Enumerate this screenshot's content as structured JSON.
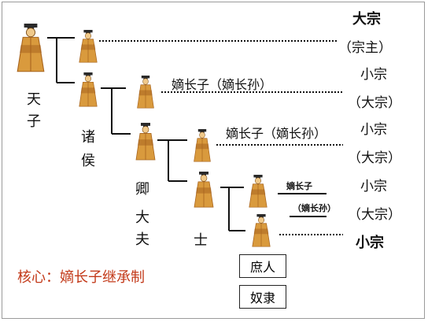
{
  "ranks": {
    "tianzi": [
      "天",
      "子"
    ],
    "zhuhou": [
      "诸",
      "侯"
    ],
    "qing": "卿",
    "dafu": [
      "大",
      "夫"
    ],
    "shi": "士"
  },
  "lines": {
    "l2": "嫡长子（嫡长孙）",
    "l3": "嫡长子（嫡长孙）",
    "l4a": "嫡长子",
    "l4b": "（嫡长孙）"
  },
  "right_labels": {
    "dazong_top": "大宗",
    "zongzhu": "（宗主）",
    "xiaozong_1": "小宗",
    "dazong_2": "（大宗）",
    "xiaozong_2": "小宗",
    "dazong_3": "（大宗）",
    "xiaozong_3": "小宗",
    "dazong_4": "（大宗）",
    "xiaozong_bottom": "小宗"
  },
  "boxes": {
    "shuren": "庶人",
    "nuli": "奴隶"
  },
  "core": "核心：嫡长子继承制",
  "watermark": "",
  "colors": {
    "robe": "#d99a3d",
    "robe_dark": "#a8651f",
    "hat": "#2a2a2a",
    "core": "#c33a1a"
  }
}
